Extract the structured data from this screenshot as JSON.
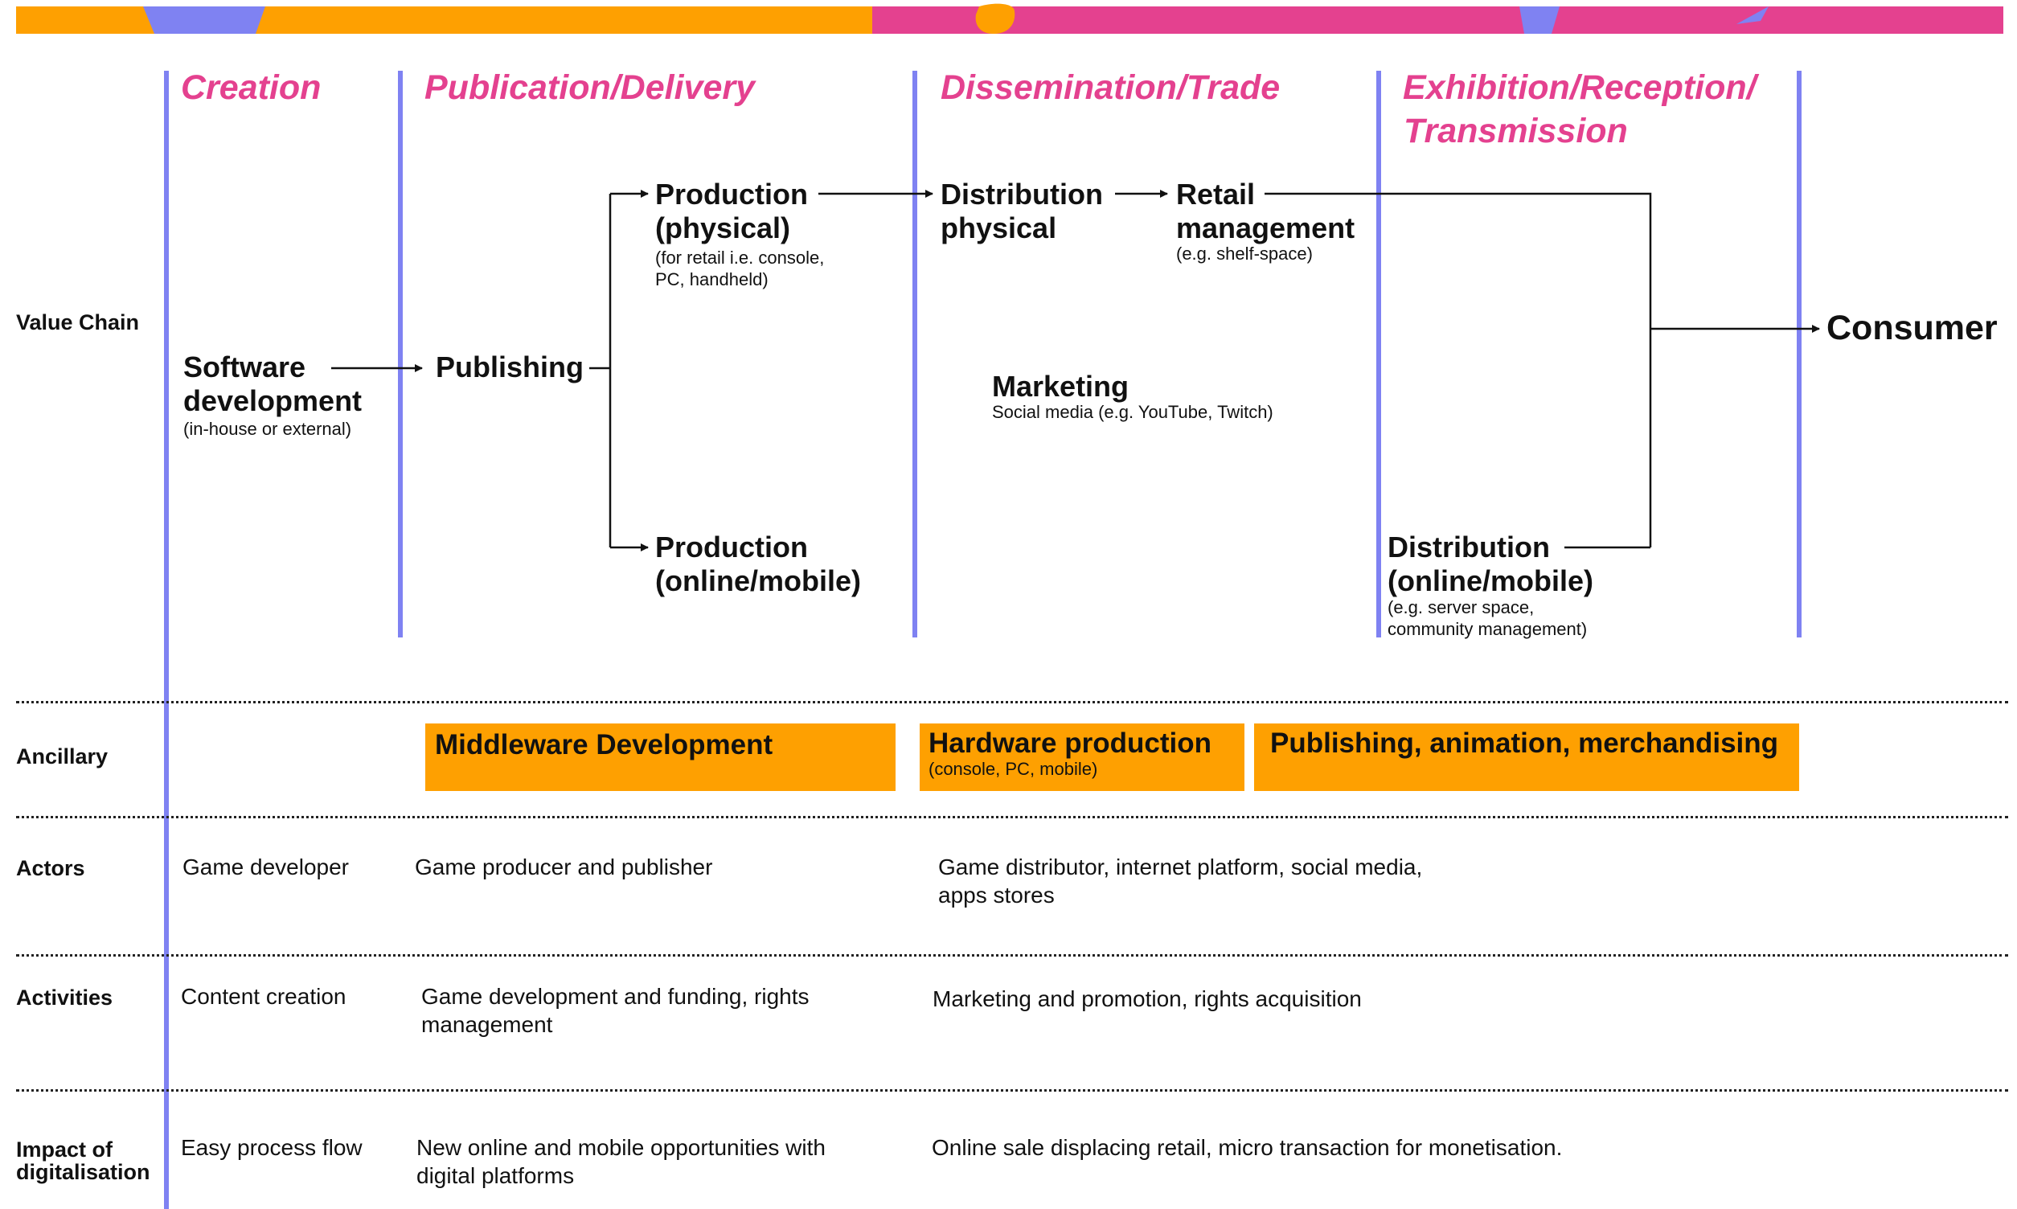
{
  "colors": {
    "orange": "#fea001",
    "pink": "#e4418f",
    "periwinkle": "#7f82f2",
    "text": "#111111"
  },
  "stages": [
    "Creation",
    "Publication/Delivery",
    "Dissemination/Trade",
    "Exhibition/Reception/",
    "Transmission"
  ],
  "rows": {
    "value_chain": "Value Chain",
    "ancillary": "Ancillary",
    "actors": "Actors",
    "activities": "Activities",
    "impact_line1": "Impact of",
    "impact_line2": "digitalisation"
  },
  "nodes": {
    "software_line1": "Software",
    "software_line2": "development",
    "software_note": "(in-house or external)",
    "publishing": "Publishing",
    "prod_physical_line1": "Production",
    "prod_physical_line2": "(physical)",
    "prod_physical_note1": "(for retail i.e. console,",
    "prod_physical_note2": "PC, handheld)",
    "prod_online_line1": "Production",
    "prod_online_line2": "(online/mobile)",
    "dist_physical_line1": "Distribution",
    "dist_physical_line2": "physical",
    "retail_line1": "Retail",
    "retail_line2": "management",
    "retail_note": "(e.g. shelf-space)",
    "marketing": "Marketing",
    "marketing_note": "Social media (e.g. YouTube, Twitch)",
    "dist_online_line1": "Distribution",
    "dist_online_line2": "(online/mobile)",
    "dist_online_note1": "(e.g. server space,",
    "dist_online_note2": "community management)",
    "consumer": "Consumer"
  },
  "ancillary": {
    "middleware": "Middleware Development",
    "hardware": "Hardware production",
    "hardware_note": "(console, PC, mobile)",
    "publishing_etc": "Publishing, animation, merchandising"
  },
  "actors": {
    "creation": "Game developer",
    "publication": "Game producer and publisher",
    "dissemination_line1": "Game distributor, internet platform, social media,",
    "dissemination_line2": "apps stores"
  },
  "activities": {
    "creation": "Content creation",
    "publication_line1": "Game development and funding, rights",
    "publication_line2": "management",
    "dissemination": "Marketing and promotion, rights acquisition"
  },
  "impact": {
    "creation": "Easy process flow",
    "publication_line1": "New online and mobile opportunities with",
    "publication_line2": "digital platforms",
    "dissemination": "Online sale displacing retail, micro transaction for monetisation."
  }
}
